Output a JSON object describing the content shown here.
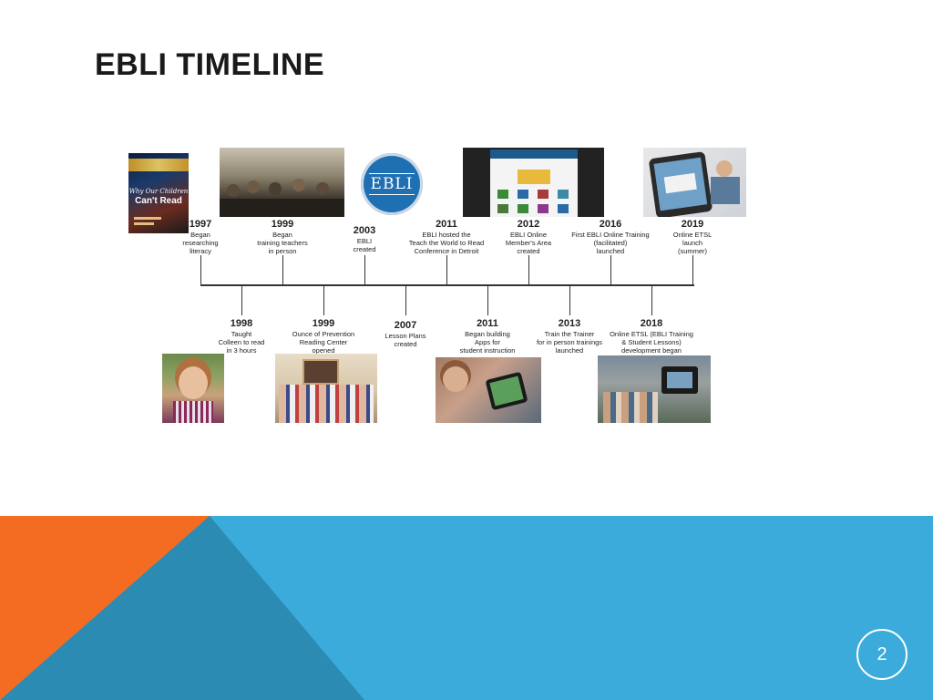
{
  "slide": {
    "title": "EBLI TIMELINE",
    "page_number": "2"
  },
  "book_cover": {
    "line1": "Why Our Children",
    "line2": "Can't Read"
  },
  "logo": {
    "text": "EBLI"
  },
  "timeline": {
    "above": [
      {
        "year": "1997",
        "desc": "Began\nresearching\nliteracy"
      },
      {
        "year": "1999",
        "desc": "Began\ntraining teachers\nin person"
      },
      {
        "year": "2003",
        "desc": "EBLI\ncreated"
      },
      {
        "year": "2011",
        "desc": "EBLI hosted the\nTeach the World to Read\nConference in Detroit"
      },
      {
        "year": "2012",
        "desc": "EBLI Online\nMember's Area\ncreated"
      },
      {
        "year": "2016",
        "desc": "First EBLI Online Training\n(facilitated)\nlaunched"
      },
      {
        "year": "2019",
        "desc": "Online ETSL\nlaunch\n(summer)"
      }
    ],
    "below": [
      {
        "year": "1998",
        "desc": "Taught\nColleen to read\nin 3 hours"
      },
      {
        "year": "1999",
        "desc": "Ounce of Prevention\nReading Center\nopened"
      },
      {
        "year": "2007",
        "desc": "Lesson Plans\ncreated"
      },
      {
        "year": "2011",
        "desc": "Began building\nApps for\nstudent instruction"
      },
      {
        "year": "2013",
        "desc": "Train the Trainer\nfor in person trainings\nlaunched"
      },
      {
        "year": "2018",
        "desc": "Online ETSL (EBLI Training\n& Student Lessons)\ndevelopment began"
      }
    ]
  },
  "colors": {
    "footer_blue": "#3aabdb",
    "footer_teal": "#2b8bb3",
    "footer_orange": "#f36c21",
    "logo_blue": "#1f6fb3"
  }
}
